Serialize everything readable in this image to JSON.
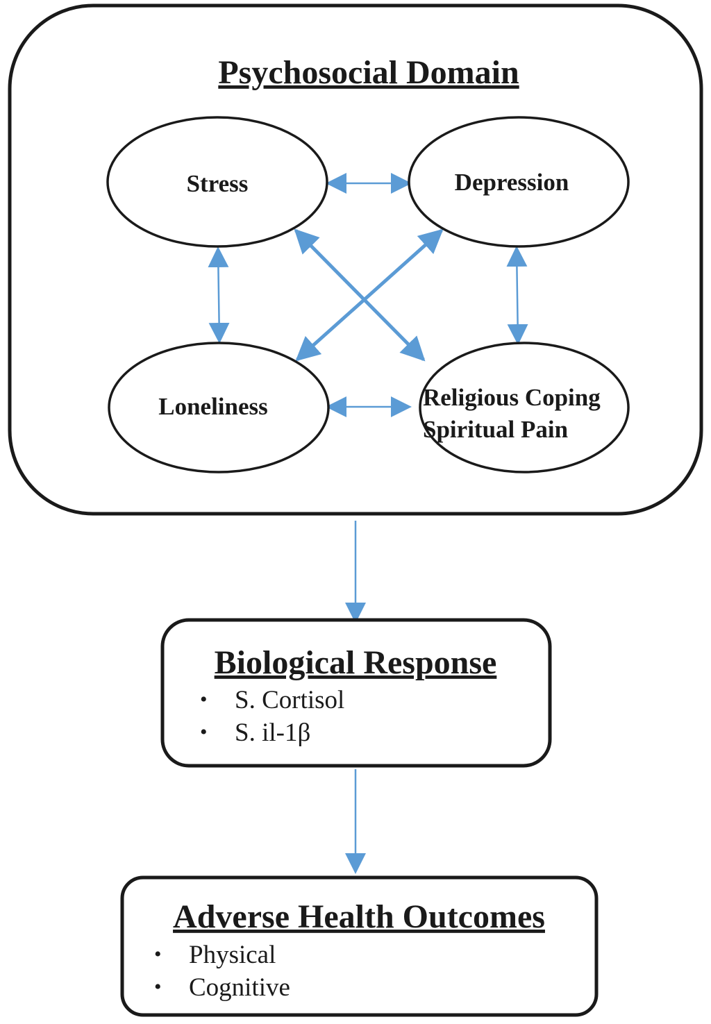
{
  "psychosocial_domain": {
    "title": "Psychosocial Domain",
    "nodes": {
      "stress": "Stress",
      "depression": "Depression",
      "loneliness": "Loneliness",
      "religious_coping": [
        "Religious Coping",
        "Spiritual Pain"
      ]
    }
  },
  "biological_response": {
    "title": "Biological Response",
    "bullet_symbol": "•",
    "items": [
      "S. Cortisol",
      "S. il-1β"
    ]
  },
  "adverse_health_outcomes": {
    "title": "Adverse Health Outcomes",
    "bullet_symbol": "•",
    "items": [
      "Physical",
      "Cognitive"
    ]
  },
  "colors": {
    "arrow": "#5b9bd5",
    "outline": "#1a1a1a",
    "background": "#ffffff"
  }
}
